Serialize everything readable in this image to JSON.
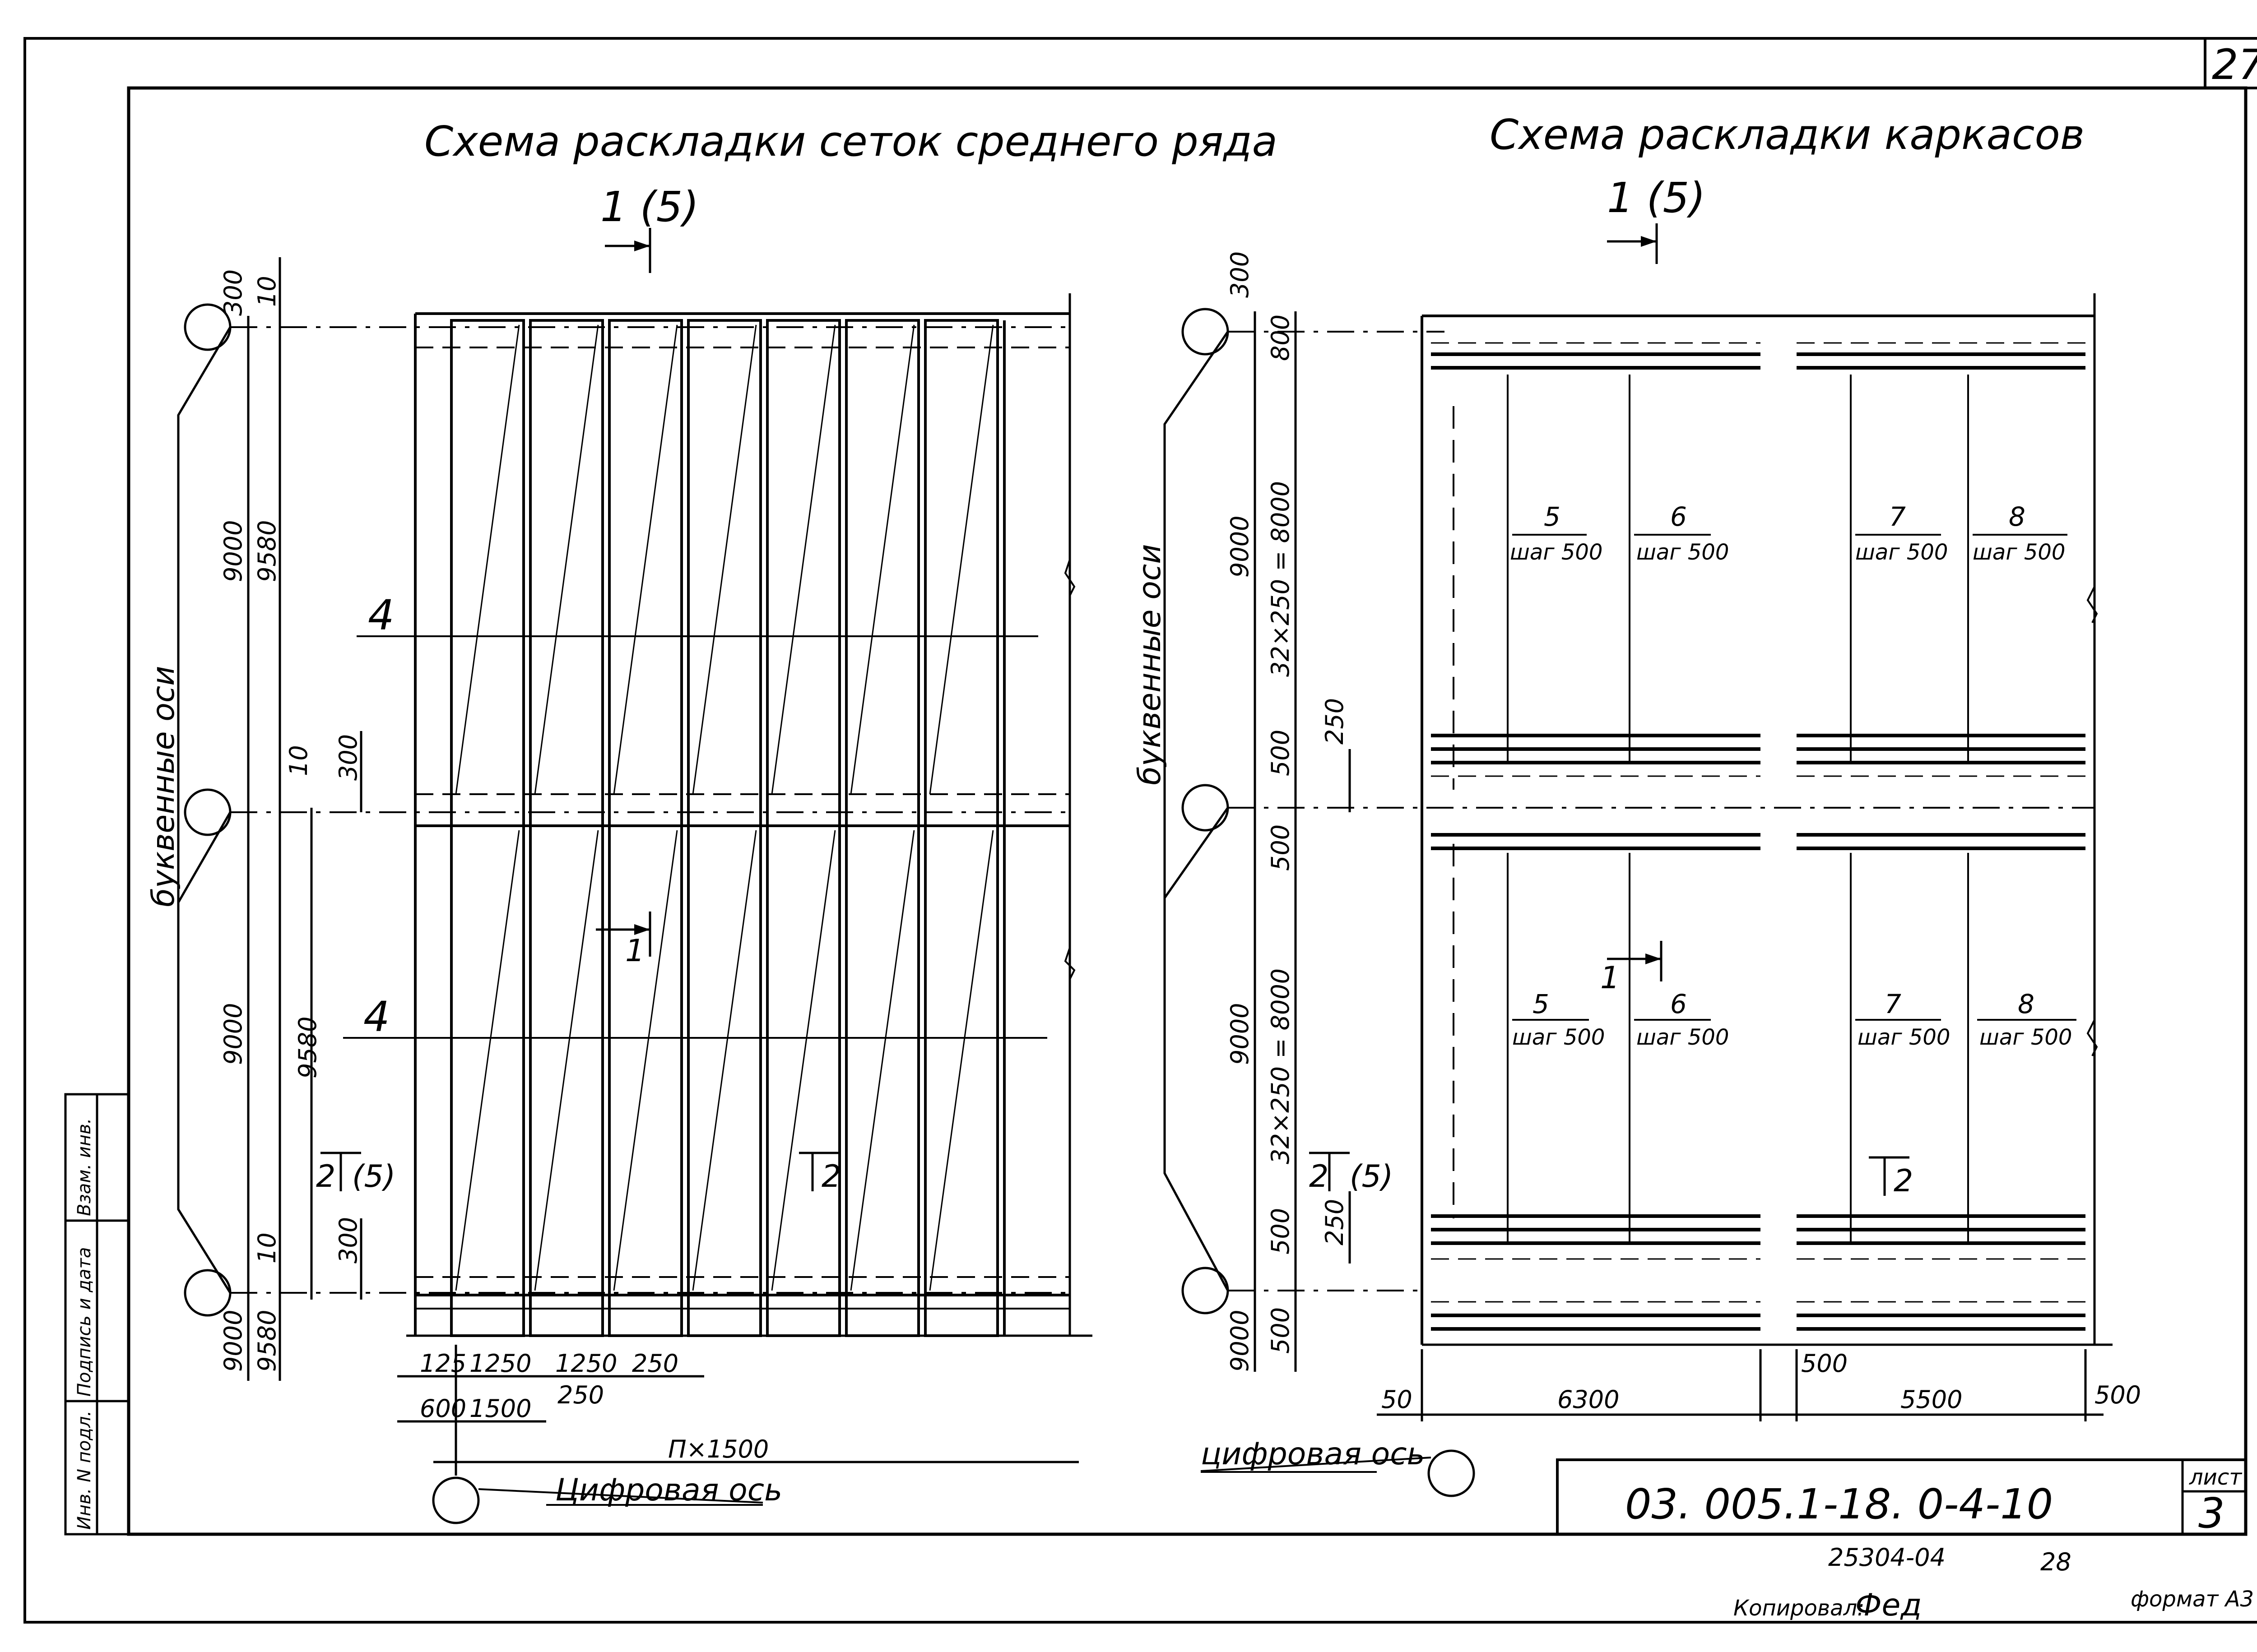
{
  "sheet_number": "27",
  "left_scheme": {
    "title": "Схема раскладки сеток среднего ряда",
    "section_top": "1 (5)",
    "section_mid": "1",
    "section_bottom": "2",
    "section_bottom_left": "2",
    "section_bottom_left_ref": "(5)",
    "section_right_mark": "2",
    "mark_upper": "4",
    "mark_lower": "4",
    "axis_label": "буквенные оси",
    "digit_axis_label": "Цифровая ось",
    "dims_vertical": [
      "300",
      "10",
      "9000",
      "9580",
      "10",
      "300",
      "9000",
      "9580",
      "10",
      "300",
      "9000",
      "9580"
    ],
    "dims_bottom": [
      "125",
      "1250",
      "1250",
      "250",
      "250",
      "600",
      "1500"
    ],
    "n_label": "П×1500"
  },
  "right_scheme": {
    "title": "Схема раскладки каркасов",
    "section_top": "1 (5)",
    "section_mid": "1",
    "section_bottom": "2",
    "section_bottom_left": "2",
    "section_bottom_left_ref": "(5)",
    "axis_label": "буквенные оси",
    "digit_axis_label": "цифровая ось",
    "dims_vertical": [
      "300",
      "800",
      "9000",
      "32×250 = 8000",
      "250",
      "500",
      "500",
      "9000",
      "32×250 = 8000",
      "500",
      "250",
      "9000",
      "500"
    ],
    "dims_bottom": [
      "50",
      "6300",
      "500",
      "5500",
      "500"
    ],
    "frames_upper": [
      {
        "num": "5",
        "step": "шаг 500"
      },
      {
        "num": "6",
        "step": "шаг 500"
      },
      {
        "num": "7",
        "step": "шаг 500"
      },
      {
        "num": "8",
        "step": "шаг 500"
      }
    ],
    "frames_lower": [
      {
        "num": "5",
        "step": "шаг 500"
      },
      {
        "num": "6",
        "step": "шаг 500"
      },
      {
        "num": "7",
        "step": "шаг 500"
      },
      {
        "num": "8",
        "step": "шаг 500"
      }
    ]
  },
  "title_block": {
    "code": "03. 005.1-18. 0-4-10",
    "sheet_label": "лист",
    "sheet_value": "3"
  },
  "side_stamp": [
    "Инв. N подл.",
    "Подпись и дата",
    "Взам. инв."
  ],
  "footer": {
    "number": "25304-04",
    "page": "28",
    "copied": "Копировал:",
    "copied_sign": "Фед",
    "format": "формат А3"
  }
}
